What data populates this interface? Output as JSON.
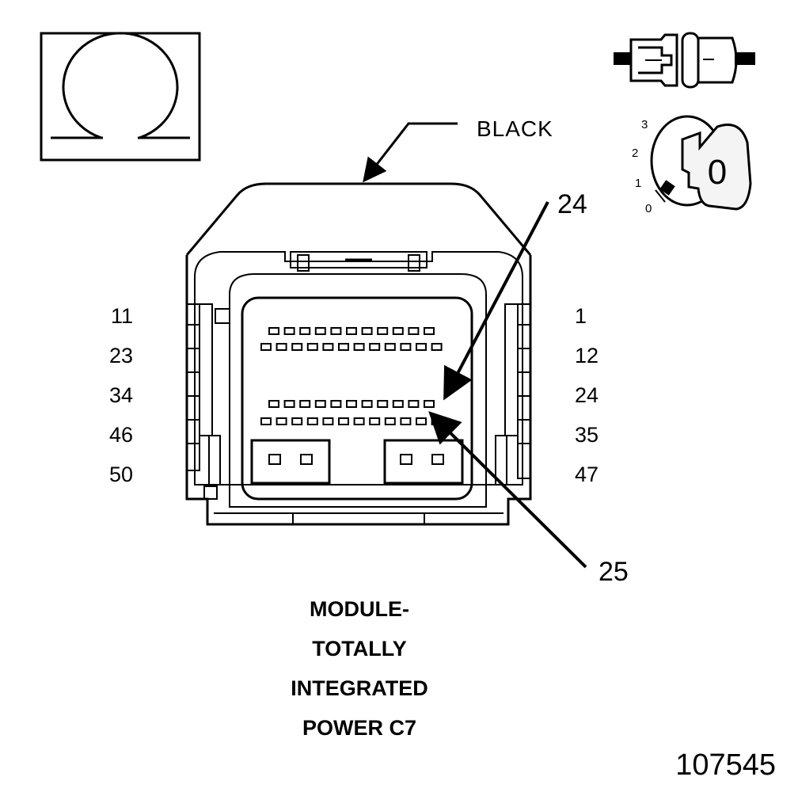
{
  "connector": {
    "color_label": "BLACK",
    "left_labels": [
      "11",
      "23",
      "34",
      "46",
      "50"
    ],
    "right_labels": [
      "1",
      "12",
      "24",
      "35",
      "47"
    ],
    "callout_24": "24",
    "callout_25": "25"
  },
  "ignition_switch": {
    "positions": [
      "3",
      "2",
      "1",
      "0"
    ],
    "current": "0"
  },
  "ohmmeter": {
    "symbol": "resistance-omega"
  },
  "title_lines": [
    "MODULE-",
    "TOTALLY",
    "INTEGRATED",
    "POWER C7"
  ],
  "reference_number": "107545",
  "colors": {
    "ink": "#000000",
    "paper": "#ffffff",
    "key_fill": "#f4f4f4"
  }
}
